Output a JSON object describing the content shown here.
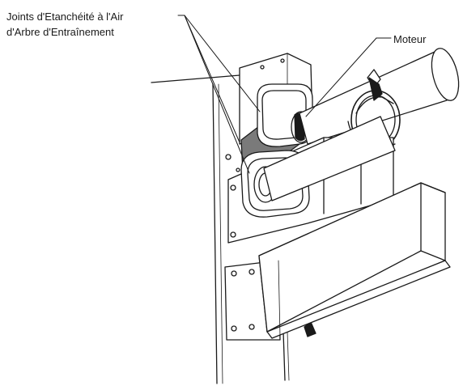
{
  "labels": {
    "seals_line1": "Joints d'Etanchéité à l'Air",
    "seals_line2": "d'Arbre d'Entraînement",
    "motor": "Moteur"
  },
  "colors": {
    "ink": "#1a1a1a",
    "seal_fill": "#7a7a7a",
    "background": "#ffffff"
  }
}
